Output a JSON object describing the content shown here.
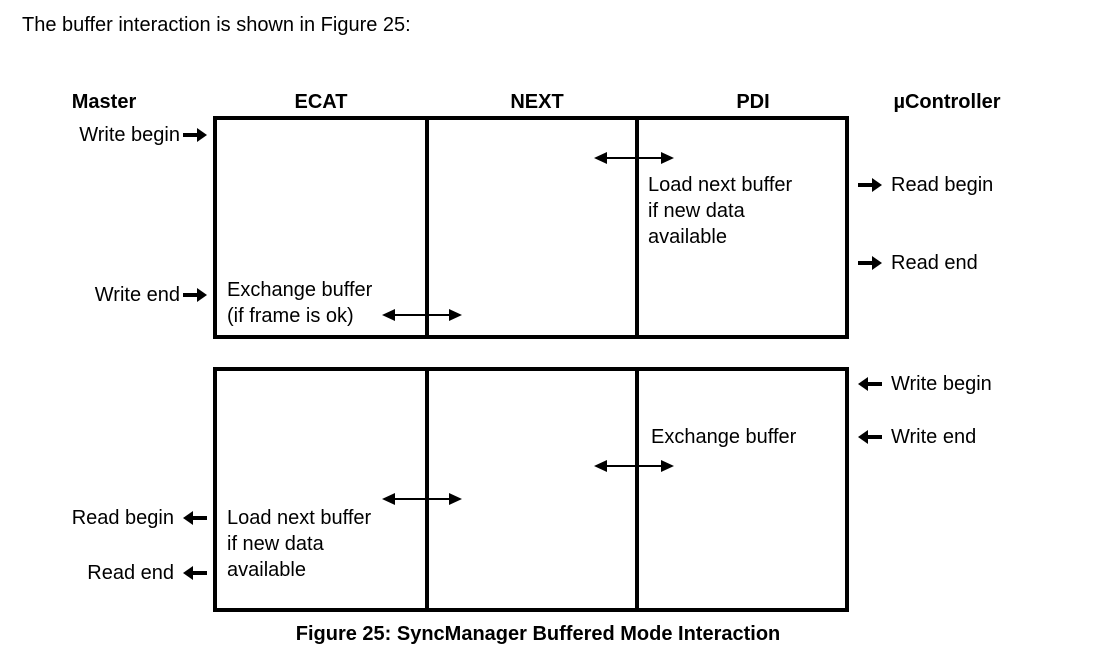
{
  "page": {
    "intro_text": "The buffer interaction is shown in Figure 25:",
    "caption": "Figure 25: SyncManager Buffered Mode Interaction"
  },
  "headers": [
    {
      "label": "Master"
    },
    {
      "label": "ECAT"
    },
    {
      "label": "NEXT"
    },
    {
      "label": "PDI"
    },
    {
      "label": "µController"
    }
  ],
  "top_diagram": {
    "master_side": [
      {
        "label": "Write begin"
      },
      {
        "label": "Write end"
      }
    ],
    "controller_side": [
      {
        "label": "Read begin"
      },
      {
        "label": "Read end"
      }
    ],
    "ecat_note": {
      "line1": "Exchange buffer",
      "line2": "(if frame is ok)"
    },
    "pdi_note": {
      "line1": "Load next buffer",
      "line2": "if new data",
      "line3": "available"
    }
  },
  "bottom_diagram": {
    "master_side": [
      {
        "label": "Read begin"
      },
      {
        "label": "Read end"
      }
    ],
    "controller_side": [
      {
        "label": "Write begin"
      },
      {
        "label": "Write end"
      }
    ],
    "ecat_note": {
      "line1": "Load next buffer",
      "line2": "if new data",
      "line3": "available"
    },
    "pdi_note": {
      "line1": "Exchange buffer"
    }
  },
  "icons": {
    "right_arrow": "➔",
    "left_arrow": "⬅",
    "double_arrow": "↔"
  },
  "colors": {
    "ink": "#000000",
    "background": "#ffffff"
  }
}
